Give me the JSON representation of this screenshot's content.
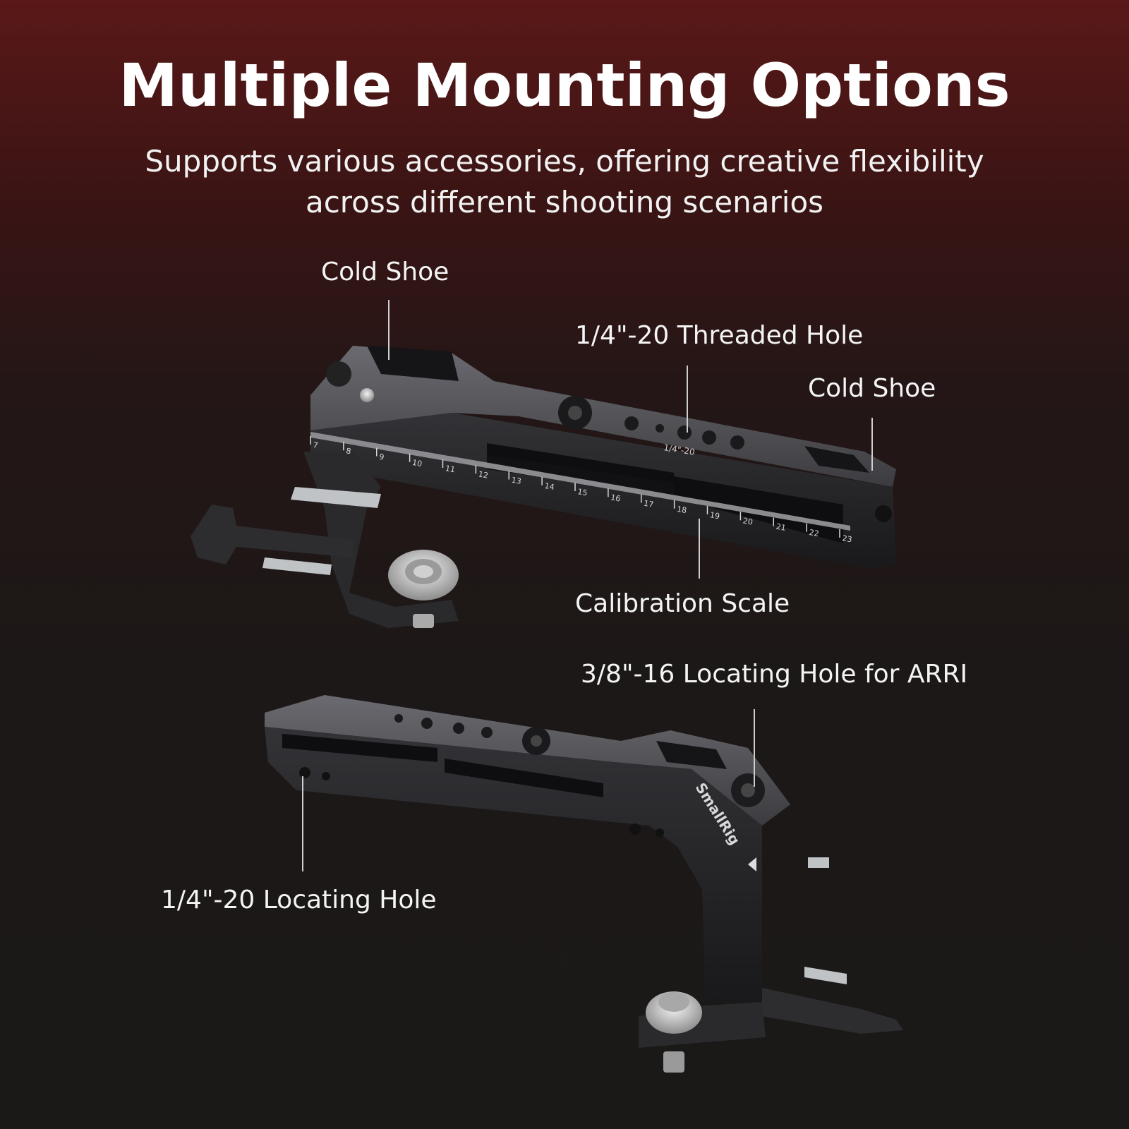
{
  "title": "Multiple Mounting Options",
  "subtitle": {
    "line1": "Supports various accessories, offering creative flexibility",
    "line2": "across different shooting scenarios"
  },
  "callouts": {
    "cold_shoe_left": "Cold Shoe",
    "threaded_hole": "1/4\"-20 Threaded Hole",
    "cold_shoe_right": "Cold Shoe",
    "calibration_scale": "Calibration Scale",
    "arri_hole": "3/8\"-16 Locating Hole for ARRI",
    "locating_hole": "1/4\"-20 Locating Hole"
  },
  "product": {
    "brand_mark": "SmallRig",
    "hole_marking": "1/4\"-20",
    "scale_ticks": [
      "7",
      "8",
      "9",
      "10",
      "11",
      "12",
      "13",
      "14",
      "15",
      "16",
      "17",
      "18",
      "19",
      "20",
      "21",
      "22",
      "23"
    ]
  },
  "colors": {
    "background_top": "#5a1818",
    "background_bottom": "#1b1918",
    "metal_dark": "#2b2b2e",
    "metal_light": "#5a5a5f",
    "steel": "#c9c9c9"
  }
}
